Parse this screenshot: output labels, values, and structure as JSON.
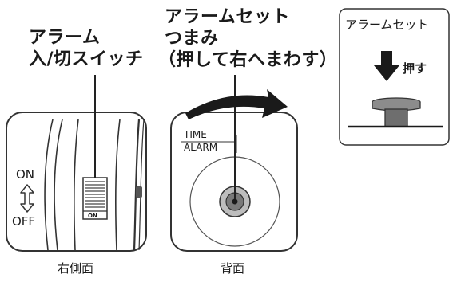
{
  "headings": {
    "switch": [
      "アラーム",
      "入/切スイッチ"
    ],
    "knob": [
      "アラームセット",
      "つまみ",
      "（押して右へまわす）"
    ]
  },
  "side_panel": {
    "on_label": "ON",
    "off_label": "OFF",
    "arrow_icon": "up-down-arrow",
    "switch_marking": "ON",
    "caption": "右側面"
  },
  "back_panel": {
    "time_label": "TIME",
    "alarm_label": "ALARM",
    "rotate_icon": "curved-arrow-right",
    "caption": "背面"
  },
  "inset": {
    "title": "アラームセット",
    "push_label": "押す",
    "arrow_icon": "down-arrow"
  }
}
